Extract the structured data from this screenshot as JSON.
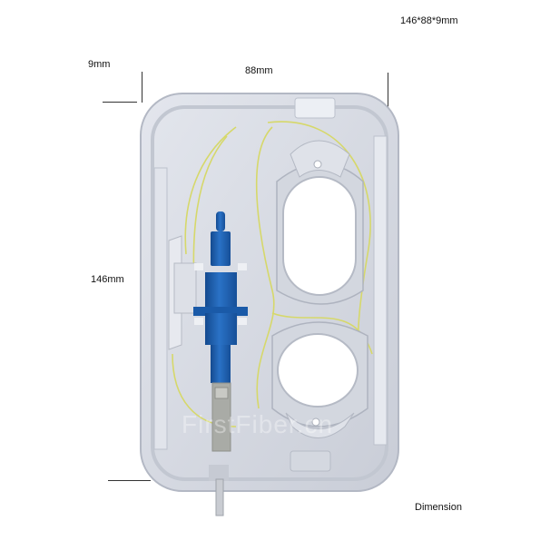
{
  "labels": {
    "overall_dimensions": "146*88*9mm",
    "thickness": "9mm",
    "width": "88mm",
    "height": "146mm",
    "caption": "Dimension"
  },
  "watermark": "FirstFiber.cn",
  "product": {
    "description": "Fiber optic wall faceplate / termination box with SC adapter",
    "colors": {
      "body": "#d9dde5",
      "body_shadow": "#b7bcc8",
      "body_edge": "#c8ccd6",
      "adapter_blue": "#1f63b8",
      "adapter_blue_dark": "#144a8f",
      "fiber_yellow": "#d8d96a",
      "connector_grey": "#a7a9a4"
    }
  }
}
